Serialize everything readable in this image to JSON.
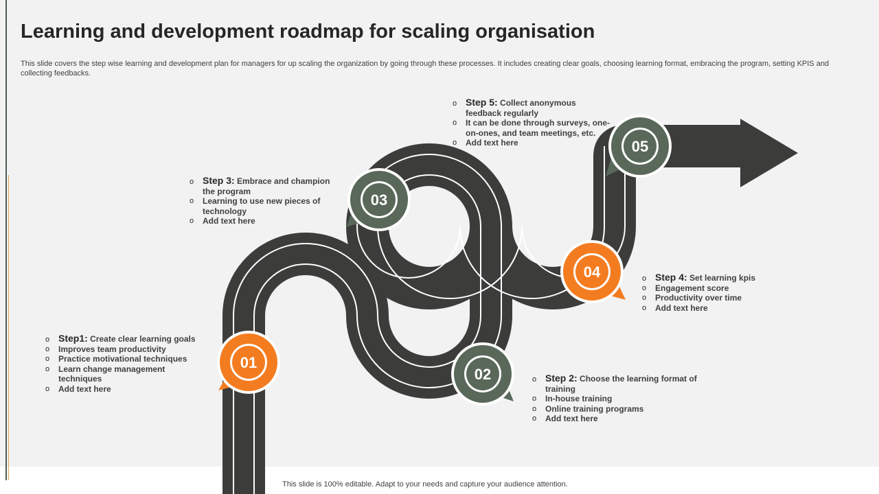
{
  "title": "Learning and development roadmap for scaling organisation",
  "subtitle": "This slide covers the step wise learning and development plan for managers for up scaling the organization by going through these processes. It includes creating clear goals, choosing learning format, embracing the program, setting KPIS and collecting feedbacks.",
  "footer": "This slide is 100% editable. Adapt to your needs and capture your audience attention.",
  "colors": {
    "road": "#3c3c3b",
    "orange": "#f47c20",
    "green": "#596859",
    "background": "#f2f2f2"
  },
  "steps": [
    {
      "number": "01",
      "label": "Step1:",
      "heading": "Create clear learning goals",
      "items": [
        "Improves team productivity",
        "Practice motivational techniques",
        "Learn change management techniques",
        "Add text here"
      ]
    },
    {
      "number": "02",
      "label": "Step 2:",
      "heading": "Choose the learning format of training",
      "items": [
        "In-house training",
        "Online training programs",
        "Add text here"
      ]
    },
    {
      "number": "03",
      "label": "Step 3:",
      "heading": "Embrace and champion the program",
      "items": [
        "Learning to use new pieces of technology",
        "Add text here"
      ]
    },
    {
      "number": "04",
      "label": "Step 4:",
      "heading": "Set learning kpis",
      "items": [
        "Engagement score",
        "Productivity over time",
        "Add text here"
      ]
    },
    {
      "number": "05",
      "label": "Step 5:",
      "heading": "Collect anonymous feedback regularly",
      "items": [
        "It can be done through surveys, one-on-ones, and team meetings, etc.",
        "Add text here"
      ]
    }
  ]
}
